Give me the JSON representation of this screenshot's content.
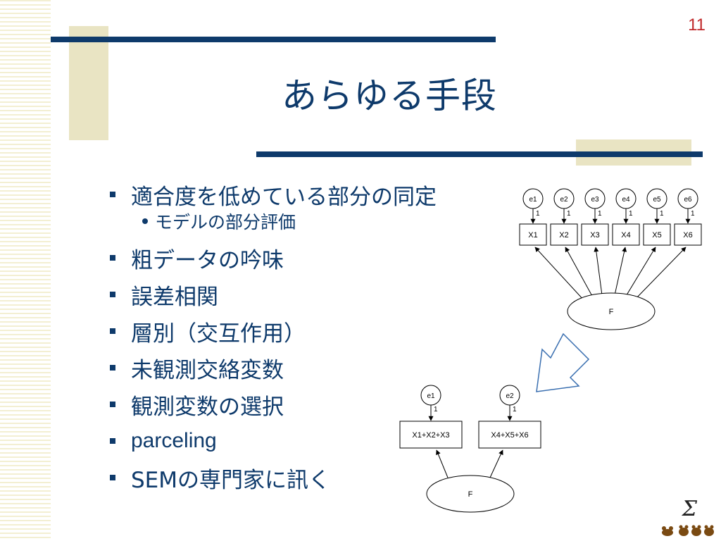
{
  "slide": {
    "page_number": "11",
    "title": "あらゆる手段"
  },
  "bullets": [
    {
      "text": "適合度を低めている部分の同定",
      "sub": [
        "モデルの部分評価"
      ]
    },
    {
      "text": "粗データの吟味"
    },
    {
      "text": "誤差相関"
    },
    {
      "text": "層別（交互作用）"
    },
    {
      "text": "未観測交絡変数"
    },
    {
      "text": "観測変数の選択"
    },
    {
      "text": "parceling"
    },
    {
      "text": "SEMの専門家に訊く"
    }
  ],
  "diagram_top": {
    "errors": [
      "e1",
      "e2",
      "e3",
      "e4",
      "e5",
      "e6"
    ],
    "indicators": [
      "X1",
      "X2",
      "X3",
      "X4",
      "X5",
      "X6"
    ],
    "path_labels": [
      "1",
      "1",
      "1",
      "1",
      "1",
      "1"
    ],
    "factor": "F"
  },
  "diagram_bottom": {
    "errors": [
      "e1",
      "e2"
    ],
    "indicators": [
      "X1+X2+X3",
      "X4+X5+X6"
    ],
    "path_labels": [
      "1",
      "1"
    ],
    "factor": "F"
  },
  "logo": {
    "symbol": "Σ",
    "icon": "three-bears-logo-icon"
  },
  "colors": {
    "accent_navy": "#0e3a6b",
    "deco_beige": "#e9e4c3",
    "page_number_red": "#c0282a"
  }
}
